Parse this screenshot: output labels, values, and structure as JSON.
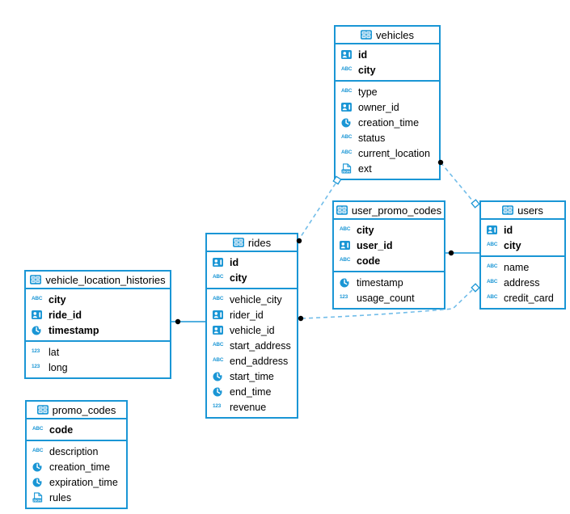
{
  "colors": {
    "accent": "#1a96d5",
    "relation_dashed": "#72bde9",
    "relation_solid": "#1a96d5",
    "endpoint_dot": "#000000",
    "text": "#000000",
    "background": "#ffffff"
  },
  "type_icons": {
    "text": "ABC",
    "number": "123",
    "json": "JSON"
  },
  "tables": {
    "vehicles": {
      "title": "vehicles",
      "keys": [
        {
          "label": "id",
          "icon": "id-badge-icon"
        },
        {
          "label": "city",
          "icon": "text-type-icon"
        }
      ],
      "columns": [
        {
          "label": "type",
          "icon": "text-type-icon"
        },
        {
          "label": "owner_id",
          "icon": "id-badge-icon"
        },
        {
          "label": "creation_time",
          "icon": "timestamp-icon"
        },
        {
          "label": "status",
          "icon": "text-type-icon"
        },
        {
          "label": "current_location",
          "icon": "text-type-icon"
        },
        {
          "label": "ext",
          "icon": "json-type-icon"
        }
      ]
    },
    "user_promo_codes": {
      "title": "user_promo_codes",
      "keys": [
        {
          "label": "city",
          "icon": "text-type-icon"
        },
        {
          "label": "user_id",
          "icon": "id-badge-icon"
        },
        {
          "label": "code",
          "icon": "text-type-icon"
        }
      ],
      "columns": [
        {
          "label": "timestamp",
          "icon": "timestamp-icon"
        },
        {
          "label": "usage_count",
          "icon": "number-type-icon"
        }
      ]
    },
    "users": {
      "title": "users",
      "keys": [
        {
          "label": "id",
          "icon": "id-badge-icon"
        },
        {
          "label": "city",
          "icon": "text-type-icon"
        }
      ],
      "columns": [
        {
          "label": "name",
          "icon": "text-type-icon"
        },
        {
          "label": "address",
          "icon": "text-type-icon"
        },
        {
          "label": "credit_card",
          "icon": "text-type-icon"
        }
      ]
    },
    "rides": {
      "title": "rides",
      "keys": [
        {
          "label": "id",
          "icon": "id-badge-icon"
        },
        {
          "label": "city",
          "icon": "text-type-icon"
        }
      ],
      "columns": [
        {
          "label": "vehicle_city",
          "icon": "text-type-icon"
        },
        {
          "label": "rider_id",
          "icon": "id-badge-icon"
        },
        {
          "label": "vehicle_id",
          "icon": "id-badge-icon"
        },
        {
          "label": "start_address",
          "icon": "text-type-icon"
        },
        {
          "label": "end_address",
          "icon": "text-type-icon"
        },
        {
          "label": "start_time",
          "icon": "timestamp-icon"
        },
        {
          "label": "end_time",
          "icon": "timestamp-icon"
        },
        {
          "label": "revenue",
          "icon": "number-type-icon"
        }
      ]
    },
    "vehicle_location_histories": {
      "title": "vehicle_location_histories",
      "keys": [
        {
          "label": "city",
          "icon": "text-type-icon"
        },
        {
          "label": "ride_id",
          "icon": "id-badge-icon"
        },
        {
          "label": "timestamp",
          "icon": "timestamp-icon"
        }
      ],
      "columns": [
        {
          "label": "lat",
          "icon": "number-type-icon"
        },
        {
          "label": "long",
          "icon": "number-type-icon"
        }
      ]
    },
    "promo_codes": {
      "title": "promo_codes",
      "keys": [
        {
          "label": "code",
          "icon": "text-type-icon"
        }
      ],
      "columns": [
        {
          "label": "description",
          "icon": "text-type-icon"
        },
        {
          "label": "creation_time",
          "icon": "timestamp-icon"
        },
        {
          "label": "expiration_time",
          "icon": "timestamp-icon"
        },
        {
          "label": "rules",
          "icon": "json-type-icon"
        }
      ]
    }
  },
  "relationships": [
    {
      "from": "vehicles",
      "to": "rides",
      "style": "dashed"
    },
    {
      "from": "vehicles",
      "to": "users",
      "style": "dashed"
    },
    {
      "from": "rides",
      "to": "users",
      "style": "dashed"
    },
    {
      "from": "user_promo_codes",
      "to": "users",
      "style": "solid"
    },
    {
      "from": "vehicle_location_histories",
      "to": "rides",
      "style": "solid"
    }
  ]
}
